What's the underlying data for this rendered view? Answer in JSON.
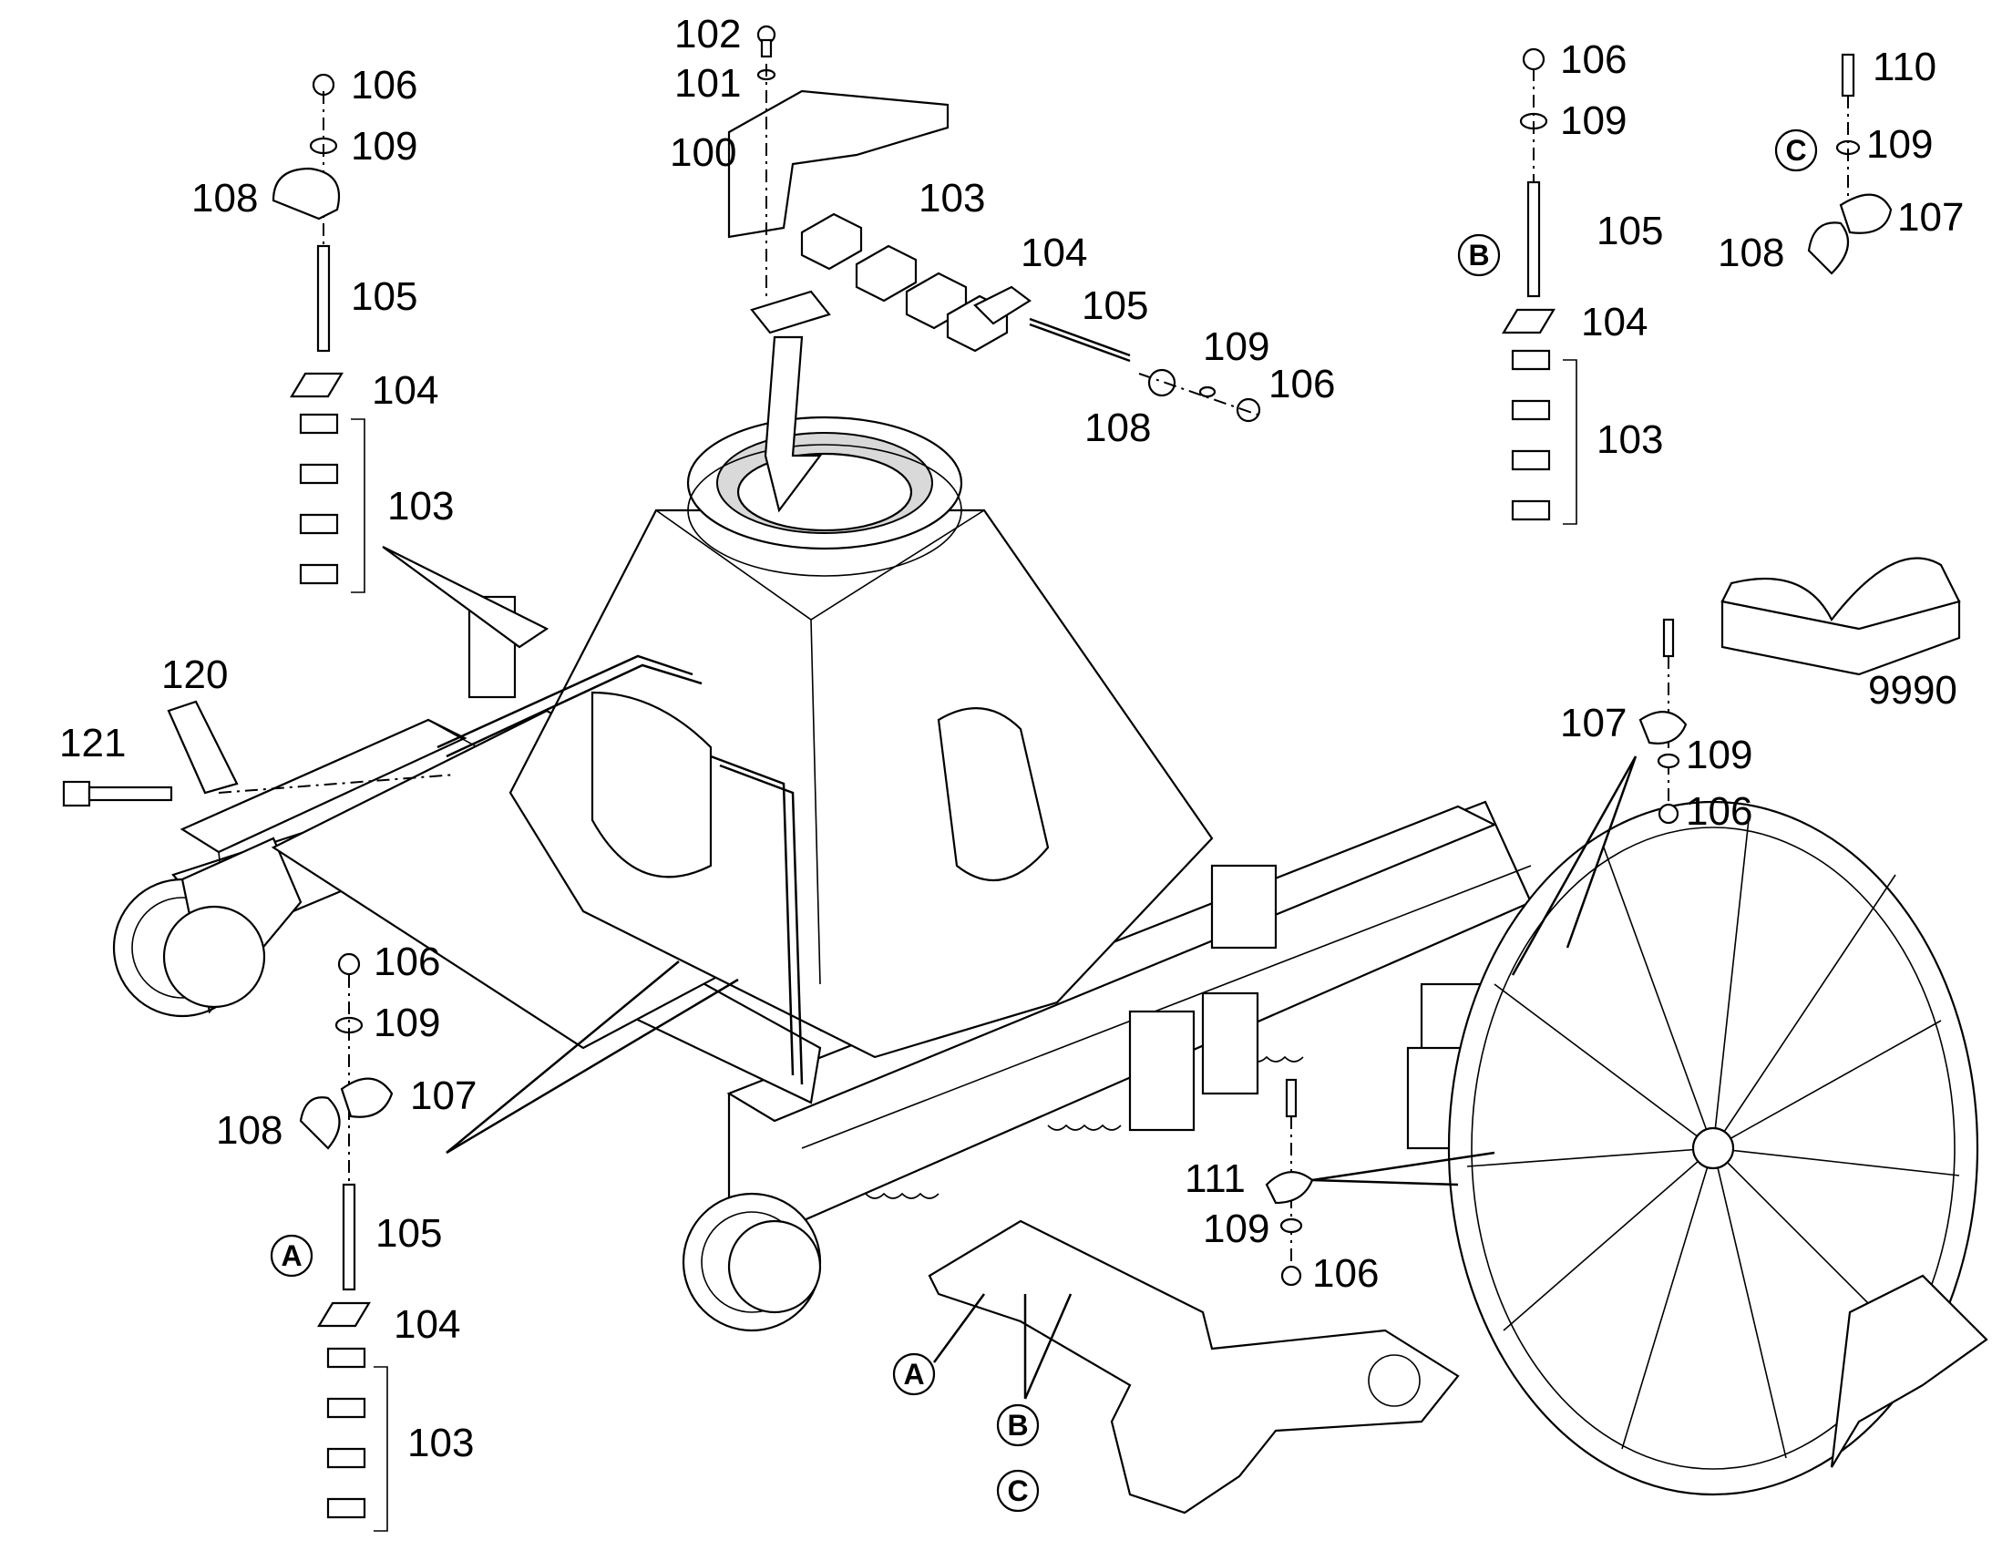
{
  "labels": {
    "l100": "100",
    "l101": "101",
    "l102": "102",
    "l103a": "103",
    "l104a": "104",
    "l105a": "105",
    "l106a": "106",
    "l108a": "108",
    "l109a": "109",
    "l106b": "106",
    "l109b": "109",
    "l108b": "108",
    "l105b": "105",
    "l104b": "104",
    "l103b": "103",
    "l106c": "106",
    "l109c": "109",
    "l105c": "105",
    "l104c": "104",
    "l103c": "103",
    "l110": "110",
    "l109d": "109",
    "l107a": "107",
    "l108c": "108",
    "l120": "120",
    "l121": "121",
    "l9990": "9990",
    "l107b": "107",
    "l109e": "109",
    "l106d": "106",
    "l106e": "106",
    "l109f": "109",
    "l107c": "107",
    "l108d": "108",
    "l105d": "105",
    "l104d": "104",
    "l103d": "103",
    "l111": "111",
    "l109g": "109",
    "l106f": "106"
  },
  "callouts": {
    "a1": "A",
    "b1": "B",
    "c1": "C",
    "a2": "A",
    "b2": "B",
    "c2": "C"
  }
}
